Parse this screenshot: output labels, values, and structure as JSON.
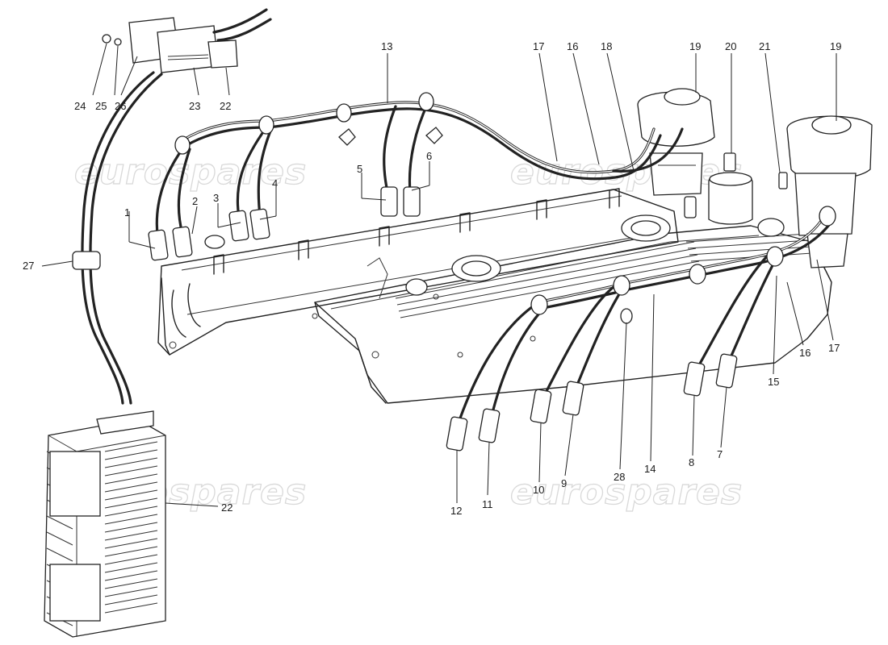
{
  "watermark": {
    "text": "eurospares"
  },
  "callouts": [
    {
      "id": "c1",
      "label": "1"
    },
    {
      "id": "c2",
      "label": "2"
    },
    {
      "id": "c3",
      "label": "3"
    },
    {
      "id": "c4",
      "label": "4"
    },
    {
      "id": "c5",
      "label": "5"
    },
    {
      "id": "c6",
      "label": "6"
    },
    {
      "id": "c7",
      "label": "7"
    },
    {
      "id": "c8",
      "label": "8"
    },
    {
      "id": "c9",
      "label": "9"
    },
    {
      "id": "c10",
      "label": "10"
    },
    {
      "id": "c11",
      "label": "11"
    },
    {
      "id": "c12",
      "label": "12"
    },
    {
      "id": "c13",
      "label": "13"
    },
    {
      "id": "c14",
      "label": "14"
    },
    {
      "id": "c15",
      "label": "15"
    },
    {
      "id": "c16a",
      "label": "16"
    },
    {
      "id": "c16b",
      "label": "16"
    },
    {
      "id": "c17a",
      "label": "17"
    },
    {
      "id": "c17b",
      "label": "17"
    },
    {
      "id": "c18",
      "label": "18"
    },
    {
      "id": "c19a",
      "label": "19"
    },
    {
      "id": "c19b",
      "label": "19"
    },
    {
      "id": "c20",
      "label": "20"
    },
    {
      "id": "c21",
      "label": "21"
    },
    {
      "id": "c22a",
      "label": "22"
    },
    {
      "id": "c22b",
      "label": "22"
    },
    {
      "id": "c23",
      "label": "23"
    },
    {
      "id": "c24",
      "label": "24"
    },
    {
      "id": "c25",
      "label": "25"
    },
    {
      "id": "c26",
      "label": "26"
    },
    {
      "id": "c27",
      "label": "27"
    },
    {
      "id": "c28",
      "label": "28"
    }
  ],
  "colors": {
    "ink": "#222222",
    "watermark": "#d9d9d9",
    "background": "#ffffff"
  }
}
